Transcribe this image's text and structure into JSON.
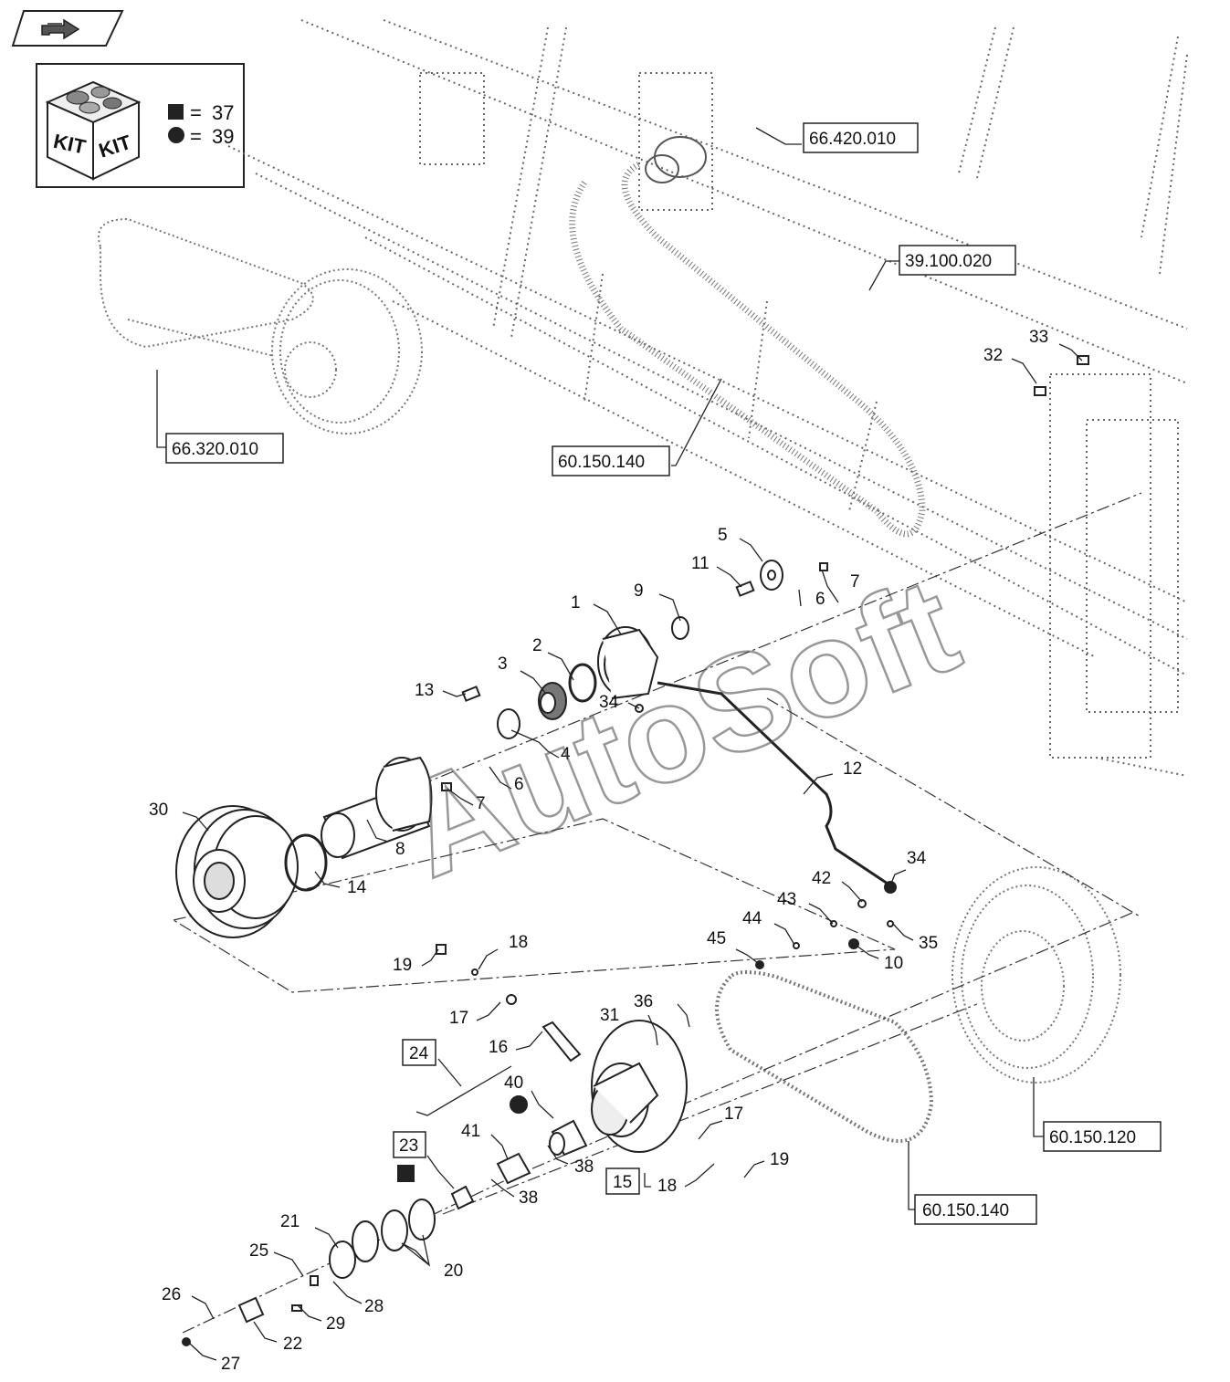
{
  "watermark": "AutoSoft",
  "icons": {
    "nav": "next-page-arrow-icon",
    "kit": "kit-box-icon"
  },
  "kit_legend": {
    "box_text": [
      "KIT",
      "KIT"
    ],
    "square_value": "37",
    "circle_value": "39",
    "equals": "="
  },
  "references": [
    "66.420.010",
    "39.100.020",
    "66.320.010",
    "60.150.140",
    "60.150.120",
    "60.150.140"
  ],
  "boxed_numbers": [
    "24",
    "23",
    "15"
  ],
  "part_numbers": [
    "33",
    "32",
    "5",
    "11",
    "7",
    "6",
    "9",
    "1",
    "2",
    "3",
    "13",
    "34",
    "4",
    "6",
    "7",
    "12",
    "30",
    "8",
    "14",
    "34",
    "42",
    "43",
    "44",
    "45",
    "10",
    "35",
    "19",
    "18",
    "17",
    "16",
    "31",
    "36",
    "40",
    "41",
    "38",
    "38",
    "17",
    "19",
    "18",
    "21",
    "25",
    "20",
    "28",
    "26",
    "29",
    "22",
    "27"
  ]
}
